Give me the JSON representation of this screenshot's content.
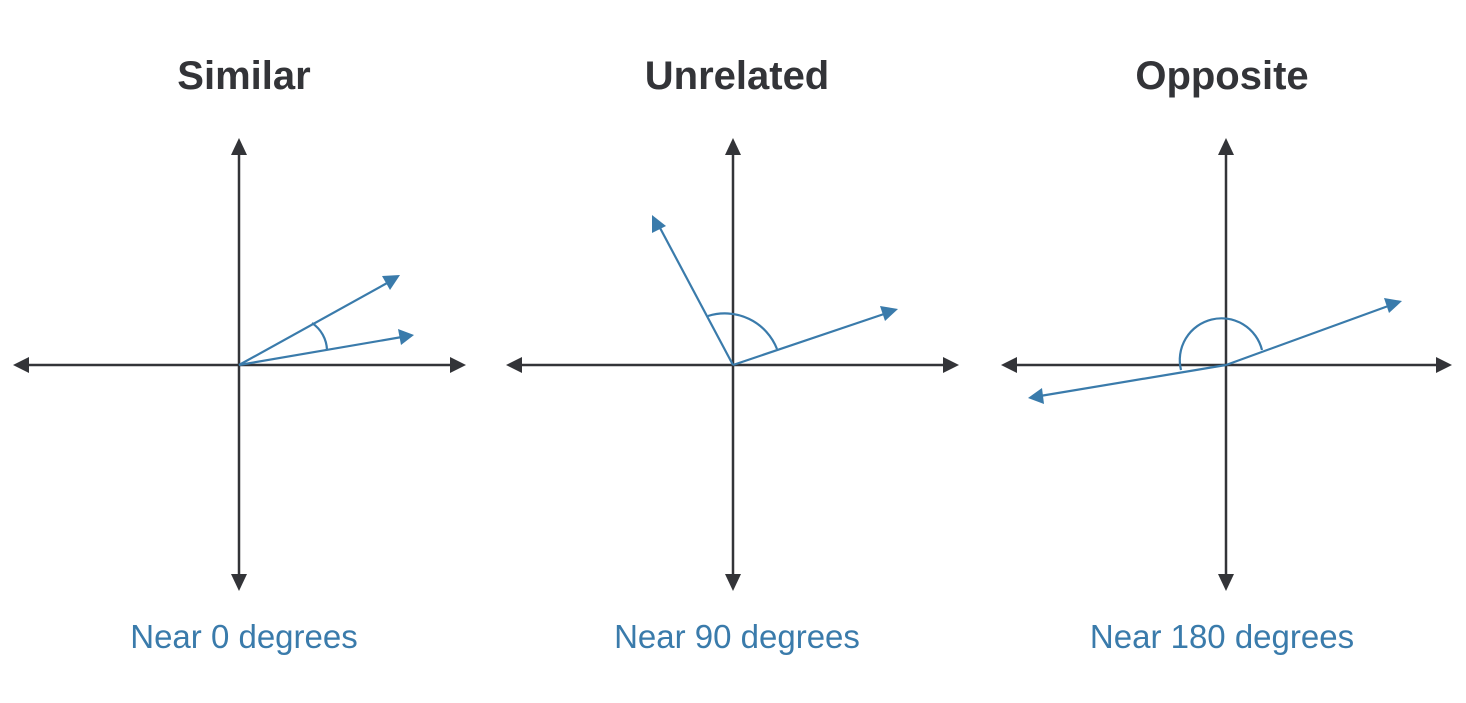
{
  "colors": {
    "axis": "#333438",
    "vector": "#3a7bab",
    "title": "#333438",
    "caption": "#3a7bab",
    "background": "#ffffff"
  },
  "panels": [
    {
      "title": "Similar",
      "caption": "Near 0 degrees"
    },
    {
      "title": "Unrelated",
      "caption": "Near 90 degrees"
    },
    {
      "title": "Opposite",
      "caption": "Near 180 degrees"
    }
  ]
}
